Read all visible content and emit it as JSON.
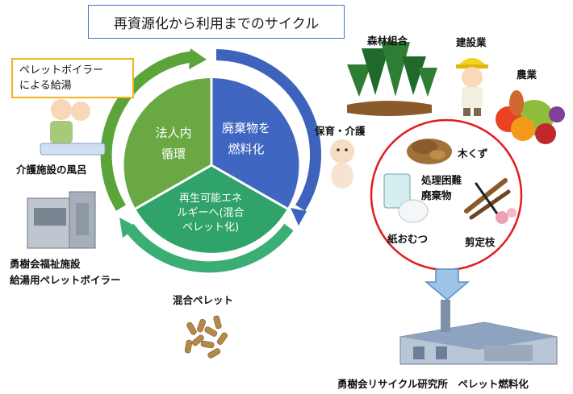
{
  "title": "再資源化から利用までのサイクル",
  "cycle": {
    "segment_green": [
      "法人内",
      "循環"
    ],
    "segment_blue": [
      "廃棄物を",
      "燃料化"
    ],
    "segment_teal": [
      "再生可能エネ",
      "ルギーへ(混合",
      "ペレット化)"
    ]
  },
  "left": {
    "boiler_note": [
      "ペレットボイラー",
      "による給湯"
    ],
    "bath_label": "介護施設の風呂",
    "boiler_label": [
      "勇樹会福祉施設",
      "給湯用ペレットボイラー"
    ]
  },
  "sources": {
    "forest": "森林組合",
    "construction": "建設業",
    "agriculture": "農業",
    "nursing": "保育・介護"
  },
  "waste": {
    "wood_chips": "木くず",
    "difficult": [
      "処理困難",
      "廃棄物"
    ],
    "diapers": "紙おむつ",
    "pruned": "剪定枝"
  },
  "mixed_pellet": "混合ペレット",
  "factory_label": "勇樹会リサイクル研究所　ペレット燃料化",
  "colors": {
    "green": "#69a842",
    "blue": "#3f66c0",
    "teal": "#2fa36a",
    "red_circle": "#e31b1b",
    "title_border": "#4a74c4",
    "note_border": "#f1b51c"
  }
}
